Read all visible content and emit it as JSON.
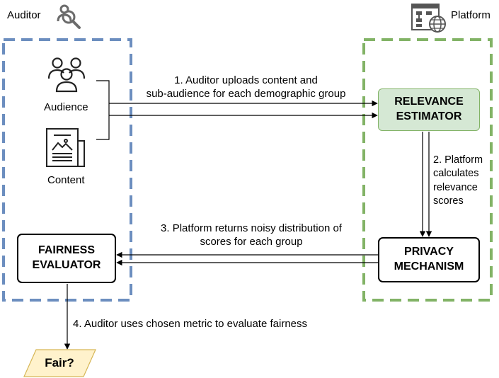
{
  "lanes": {
    "auditor": {
      "title": "Auditor",
      "icon": "magnifier-people-icon",
      "color": "#6c8ebf"
    },
    "platform": {
      "title": "Platform",
      "icon": "sitemap-globe-icon",
      "color": "#82b366"
    }
  },
  "inputs": {
    "audience": {
      "label": "Audience",
      "icon": "audience-icon"
    },
    "content": {
      "label": "Content",
      "icon": "newspaper-icon"
    }
  },
  "nodes": {
    "relevance_estimator": {
      "line1": "RELEVANCE",
      "line2": "ESTIMATOR",
      "fill": "#d5e8d4",
      "stroke": "#82b366"
    },
    "privacy_mechanism": {
      "line1": "PRIVACY",
      "line2": "MECHANISM"
    },
    "fairness_evaluator": {
      "line1": "FAIRNESS",
      "line2": "EVALUATOR"
    },
    "fair_output": {
      "label": "Fair?",
      "fill": "#fff2cc"
    }
  },
  "steps": {
    "step1": {
      "line1": "1. Auditor uploads content and",
      "line2": "sub-audience for each demographic group"
    },
    "step2": {
      "line1": "2. Platform",
      "line2": "calculates",
      "line3": "relevance",
      "line4": "scores"
    },
    "step3": {
      "line1": "3. Platform returns noisy distribution of",
      "line2": "scores for each group"
    },
    "step4": {
      "line1": "4.  Auditor uses chosen metric to evaluate fairness"
    }
  }
}
